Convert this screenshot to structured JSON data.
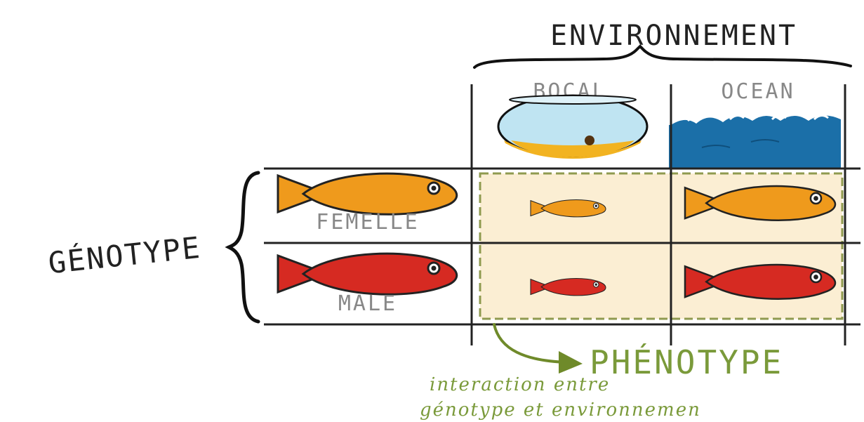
{
  "environment": {
    "title": "ENVIRONNEMENT",
    "columns": [
      {
        "label": "BOCAL"
      },
      {
        "label": "OCEAN"
      }
    ]
  },
  "genotype": {
    "title": "GÉNOTYPE",
    "rows": [
      {
        "label": "FEMELLE"
      },
      {
        "label": "MALE"
      }
    ]
  },
  "phenotype": {
    "title": "PHÉNOTYPE",
    "caption_line1": "interaction entre",
    "caption_line2": "génotype et environnemen"
  },
  "colors": {
    "female_fish": "#ef9a1c",
    "male_fish": "#d62a22",
    "ocean": "#1b6fa8",
    "bowl_water": "#bfe4f2",
    "sand": "#f2b321",
    "phenotype_fill": "#fbeed3",
    "phenotype_border": "#8f9a4f",
    "phenotype_text": "#7a9a3a",
    "ink": "#222222",
    "label_gray": "#888888"
  }
}
